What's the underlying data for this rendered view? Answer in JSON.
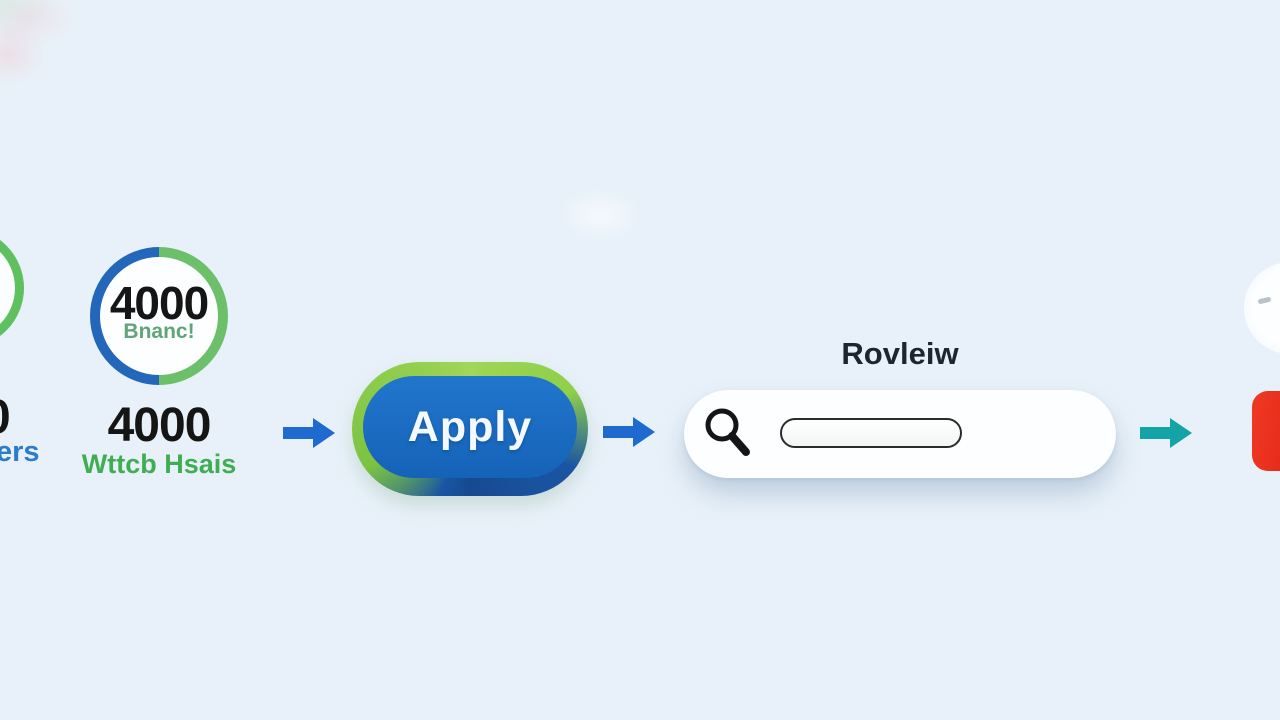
{
  "canvas": {
    "bg_color": "#e8f1f9"
  },
  "left_partial_stat": {
    "number_fragment": "0",
    "label_fragment": "ers",
    "label_color": "#2b7cc9",
    "ring_color": "#5ec05e"
  },
  "watch_hours_stat": {
    "ring_value": "4000",
    "ring_sublabel": "Bnanc!",
    "value": "4000",
    "label": "Wttcb Hsais",
    "ring_left_color": "#2367bb",
    "ring_right_color": "#6cc06a",
    "value_color": "#151515",
    "label_color": "#3fae52",
    "sublabel_color": "#5fa578"
  },
  "apply_step": {
    "button_label": "Apply",
    "button_color": "#1b6ec2",
    "ring_green_color": "#9ed44f",
    "ring_blue_color": "#1a55a3",
    "text_color": "#f4f9ff"
  },
  "review_step": {
    "title": "Rovleiw",
    "title_color": "#1c2630",
    "field_value": "",
    "icon": "magnifier-icon",
    "pill_color": "#fdfeff"
  },
  "youtube_partial": {
    "color": "#e63022"
  },
  "arrows": [
    {
      "color": "#1e6ace"
    },
    {
      "color": "#1e6ace"
    },
    {
      "color": "#14a3a6"
    }
  ]
}
